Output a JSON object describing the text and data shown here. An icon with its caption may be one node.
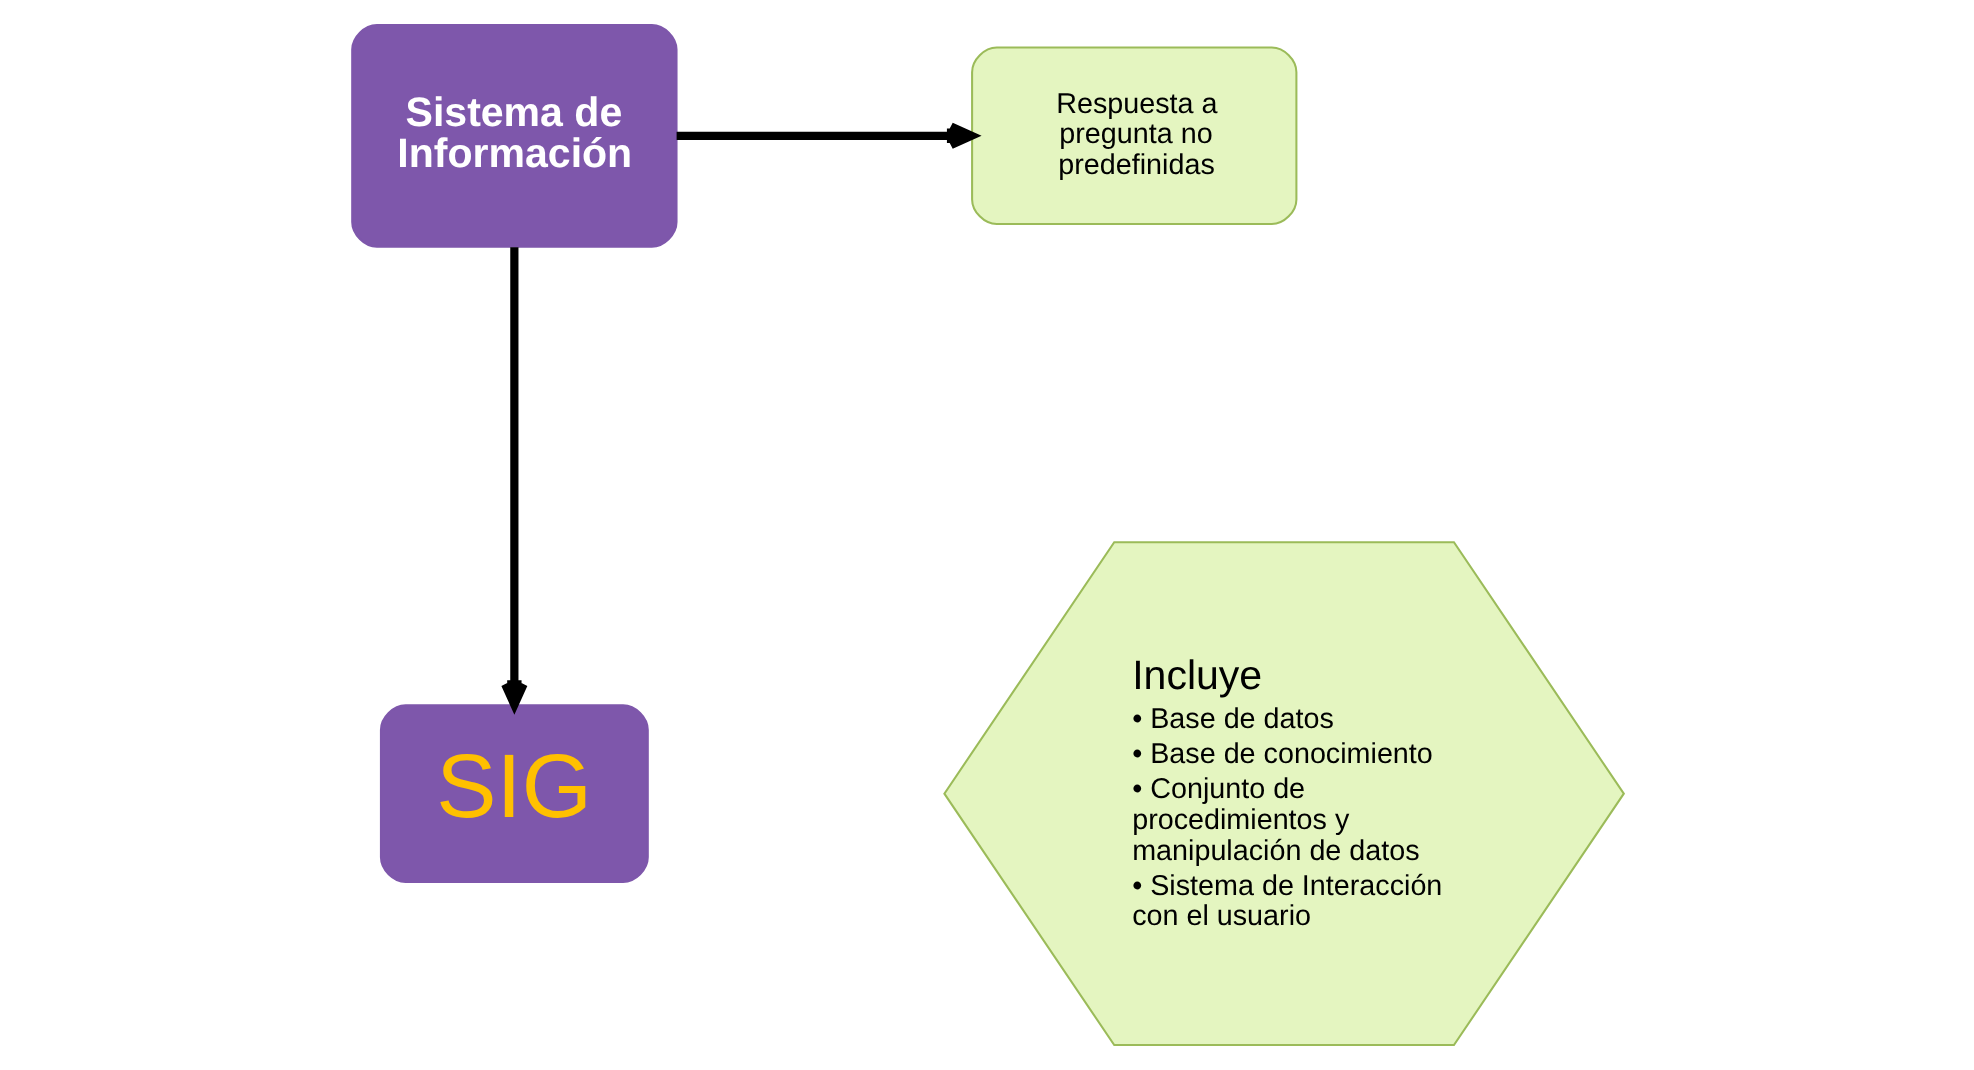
{
  "diagram": {
    "nodes": [
      {
        "text": [
          "Sistema de Información"
        ]
      },
      {
        "text": [
          "Respuesta a pregunta no predefinidas"
        ]
      },
      {
        "text": [
          "SIG"
        ]
      },
      {
        "text": [
          "Incluye",
          "• Base de datos",
          "• Base de conocimiento",
          "• Conjunto de procedimientos y manipulación de datos",
          "• Sistema de Interacción con el usuario"
        ]
      }
    ],
    "edges": [
      {
        "from": 0,
        "to": 1,
        "arrow": "to"
      },
      {
        "from": 0,
        "to": 2,
        "arrow": "to"
      }
    ]
  }
}
